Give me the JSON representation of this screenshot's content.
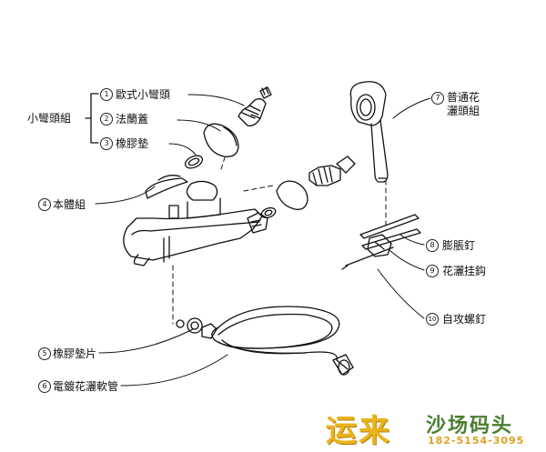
{
  "group_label": "小彎頭組",
  "parts": [
    {
      "num": "1",
      "label": "歐式小彎頭"
    },
    {
      "num": "2",
      "label": "法蘭蓋"
    },
    {
      "num": "3",
      "label": "橡膠墊"
    },
    {
      "num": "4",
      "label": "本體組"
    },
    {
      "num": "5",
      "label": "橡膠墊片"
    },
    {
      "num": "6",
      "label": "電鍍花灑軟管"
    },
    {
      "num": "7",
      "label": "普通花灑頭組"
    },
    {
      "num": "8",
      "label": "膨脹釘"
    },
    {
      "num": "9",
      "label": "花灑挂鈎"
    },
    {
      "num": "10",
      "label": "自攻螺釘"
    }
  ],
  "watermark": {
    "brand_large": "运来",
    "brand_small": "沙场码头",
    "phone": "182-5154-3095"
  },
  "colors": {
    "line": "#111111",
    "brand_gold": "#e9b41c",
    "brand_green": "#4a7e2f"
  }
}
